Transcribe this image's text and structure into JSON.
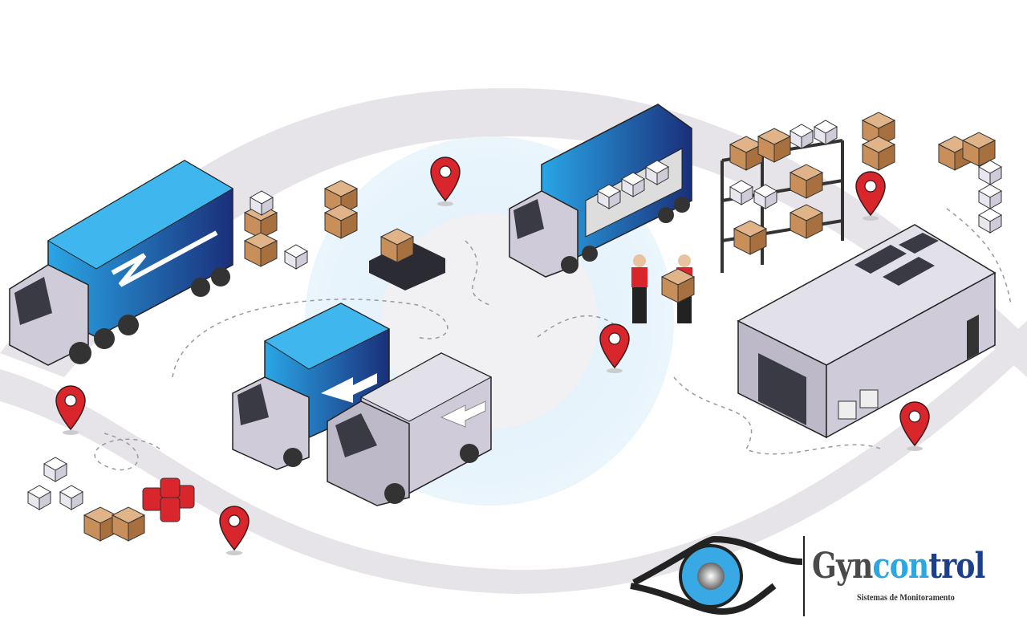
{
  "logo": {
    "brand_part1": "Gyn",
    "brand_part2": "con",
    "brand_part3": "trol",
    "tagline": "Sistemas de Monitoramento"
  },
  "colors": {
    "pin": "#d9262c",
    "truck_blue": "#1f6fc4",
    "truck_blue_dark": "#1a2f7a",
    "box": "#c98f5a",
    "body_grey": "#cfcbd8",
    "eye_grey": "#e6e4e8",
    "iris_blue": "#e6f3fb"
  }
}
